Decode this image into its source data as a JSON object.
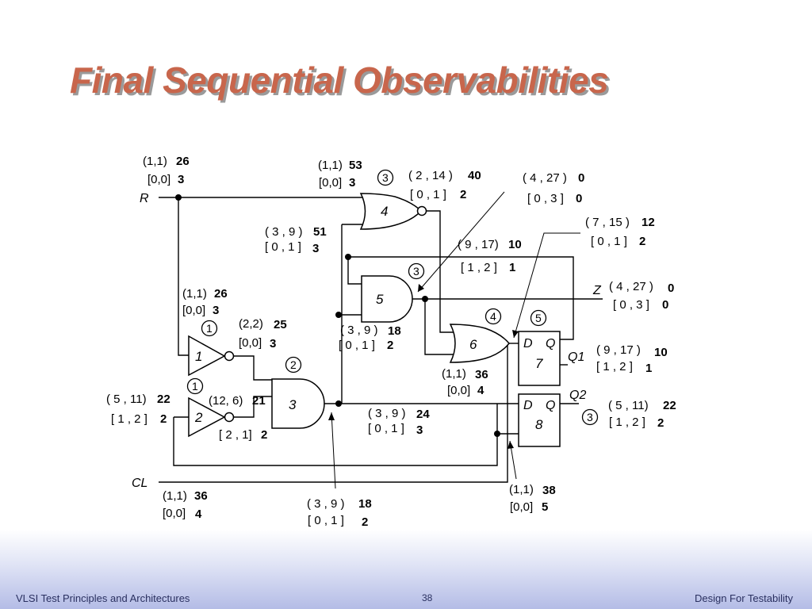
{
  "title": "Final Sequential Observabilities",
  "footer": {
    "left": "VLSI Test Principles and Architectures",
    "page": "38",
    "right": "Design For Testability"
  },
  "signals": {
    "R": "R",
    "CL": "CL",
    "Z": "Z",
    "Q1": "Q1",
    "Q2": "Q2"
  },
  "gates": {
    "g1": "1",
    "g2": "2",
    "g3": "3",
    "g4": "4",
    "g5": "5",
    "g6": "6",
    "ff7": "7",
    "ff8": "8",
    "d": "D",
    "q": "Q"
  },
  "circles": {
    "c1a": "1",
    "c1b": "1",
    "c2": "2",
    "c3a": "3",
    "c3b": "3",
    "c3c": "3",
    "c4": "4",
    "c5": "5"
  },
  "annotations": {
    "r_cc": "(1,1)",
    "r_co": "26",
    "r_sc": "[0,0]",
    "r_so": "3",
    "g4in_cc": "(1,1)",
    "g4in_co": "53",
    "g4in_sc": "[0,0]",
    "g4in_so": "3",
    "g4out_cc": "( 2 , 14 )",
    "g4out_co": "40",
    "g4out_sc": "[ 0 , 1 ]",
    "g4out_so": "2",
    "top_cc": "( 4 , 27 )",
    "top_co": "0",
    "top_sc": "[ 0 , 3 ]",
    "top_so": "0",
    "q1fb_cc": "( 7 , 15 )",
    "q1fb_co": "12",
    "q1fb_sc": "[ 0 , 1 ]",
    "q1fb_so": "2",
    "g4in2_cc": "( 3 , 9 )",
    "g4in2_co": "51",
    "g4in2_sc": "[ 0 , 1 ]",
    "g4in2_so": "3",
    "fb_cc": "( 9 , 17)",
    "fb_co": "10",
    "fb_sc": "[ 1 , 2 ]",
    "fb_so": "1",
    "z_cc": "( 4 , 27 )",
    "z_co": "0",
    "z_sc": "[ 0 , 3 ]",
    "z_so": "0",
    "g1in_cc": "(1,1)",
    "g1in_co": "26",
    "g1in_sc": "[0,0]",
    "g1in_so": "3",
    "g1out_cc": "(2,2)",
    "g1out_co": "25",
    "g1out_sc": "[0,0]",
    "g1out_so": "3",
    "g5in_cc": "( 3 , 9 )",
    "g5in_co": "18",
    "g5in_sc": "[ 0 , 1 ]",
    "g5in_so": "2",
    "q1_cc": "( 9 , 17 )",
    "q1_co": "10",
    "q1_sc": "[ 1 , 2 ]",
    "q1_so": "1",
    "ff7d_cc": "(1,1)",
    "ff7d_co": "36",
    "ff7d_sc": "[0,0]",
    "ff7d_so": "4",
    "g2in_cc": "( 5 , 11)",
    "g2in_co": "22",
    "g2in_sc": "[ 1 , 2 ]",
    "g2in_so": "2",
    "g2out_cc": "(12, 6)",
    "g2out_co": "21",
    "g2out_sc": "[ 2 , 1]",
    "g2out_so": "2",
    "g3out_cc": "( 3 , 9 )",
    "g3out_co": "24",
    "g3out_sc": "[ 0 , 1 ]",
    "g3out_so": "3",
    "q2_cc": "( 5 , 11)",
    "q2_co": "22",
    "q2_sc": "[ 1 , 2 ]",
    "q2_so": "2",
    "cl_cc": "(1,1)",
    "cl_co": "36",
    "cl_sc": "[0,0]",
    "cl_so": "4",
    "g3br_cc": "( 3 , 9 )",
    "g3br_co": "18",
    "g3br_sc": "[ 0 , 1 ]",
    "g3br_so": "2",
    "clk_cc": "(1,1)",
    "clk_co": "38",
    "clk_sc": "[0,0]",
    "clk_so": "5"
  }
}
